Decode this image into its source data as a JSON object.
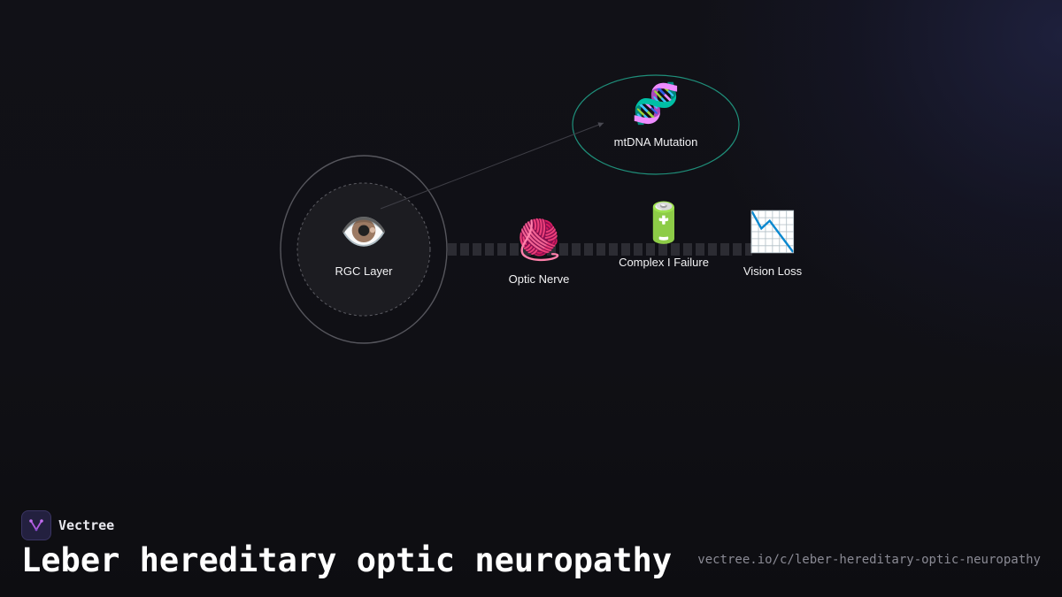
{
  "brand": {
    "name": "Vectree",
    "logo_icon": "vectree-logo-icon"
  },
  "title": "Leber hereditary optic neuropathy",
  "url": "vectree.io/c/leber-hereditary-optic-neuropathy",
  "colors": {
    "background": "#111116",
    "mutation_ring": "#1f8f7a",
    "rgc_ring": "#55555c",
    "pathway": "#2a2a30",
    "arrow": "#3c3c44"
  },
  "nodes": [
    {
      "id": "rgc",
      "label": "RGC Layer",
      "icon": "eye-icon",
      "glyph": "👁️"
    },
    {
      "id": "mtdna",
      "label": "mtDNA Mutation",
      "icon": "dna-icon",
      "glyph": "🧬"
    },
    {
      "id": "nerve",
      "label": "Optic Nerve",
      "icon": "yarn-icon",
      "glyph": "🧶"
    },
    {
      "id": "complex",
      "label": "Complex I Failure",
      "icon": "battery-icon",
      "glyph": "🔋"
    },
    {
      "id": "loss",
      "label": "Vision Loss",
      "icon": "chart-decreasing-icon",
      "glyph": "📉"
    }
  ]
}
